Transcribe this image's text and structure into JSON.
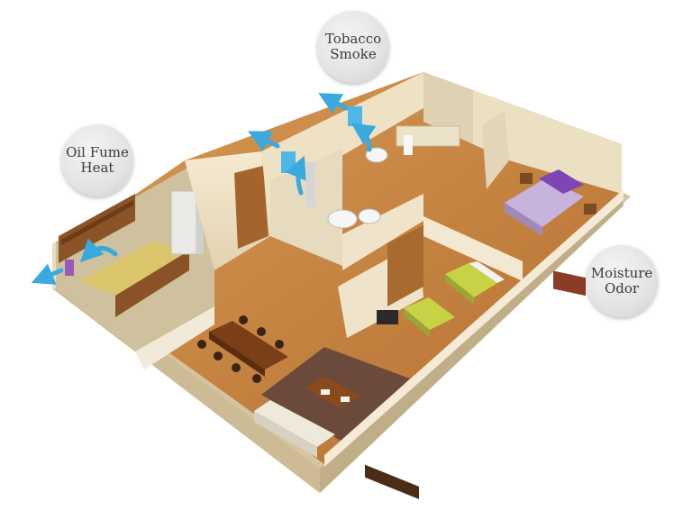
{
  "labels": {
    "oil_fume": {
      "line1": "Oil Fume",
      "line2": "Heat"
    },
    "tobacco": {
      "line1": "Tobacco",
      "line2": "Smoke"
    },
    "moisture": {
      "line1": "Moisture",
      "line2": "Odor"
    }
  },
  "colors": {
    "floor": "#c9823f",
    "wall": "#f1e4c8",
    "wall_side": "#d8c8a6",
    "arrow": "#3aa9dd",
    "vent": "#4fb7e6",
    "bedding": "#b9a6d6",
    "bed_green": "#c6d44a"
  },
  "icons": [
    "airflow-arrow-icon",
    "vent-unit-icon"
  ]
}
